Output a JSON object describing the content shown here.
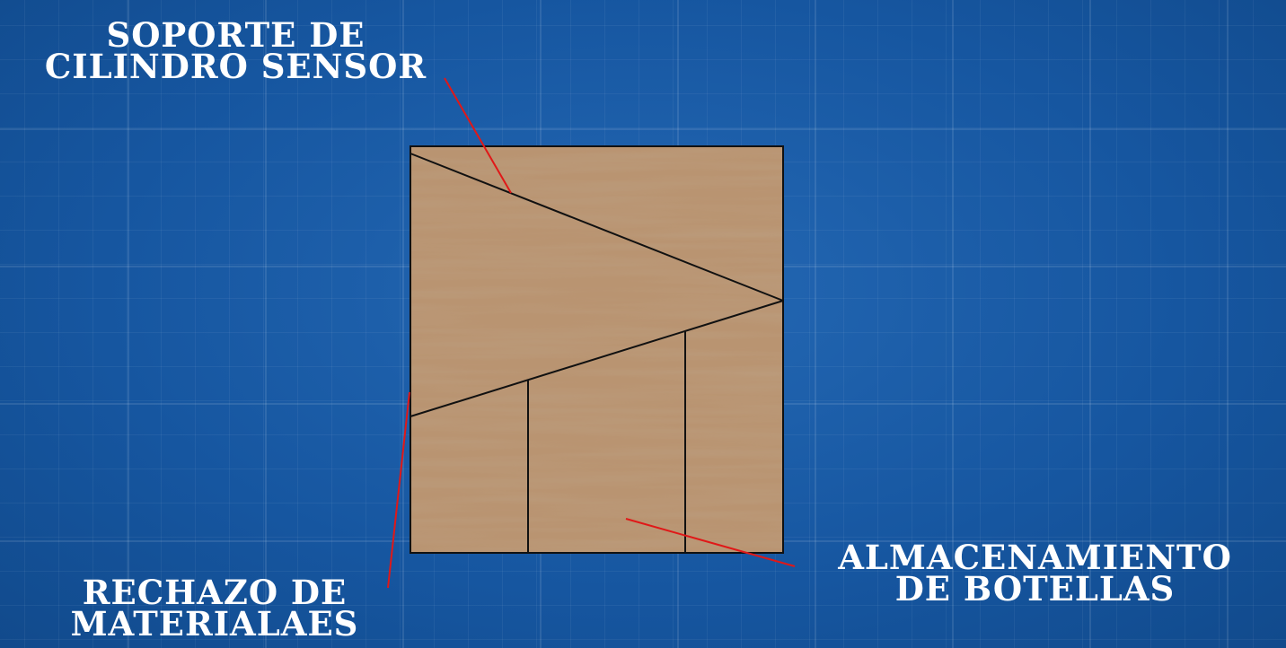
{
  "labels": {
    "soporte": {
      "line1": "Soporte de",
      "line2": "cilindro sensor"
    },
    "rechazo": {
      "line1": "Rechazo de",
      "line2": "materialaes"
    },
    "almacenamiento": {
      "line1": "Almacenamiento",
      "line2": "de botellas"
    }
  },
  "colors": {
    "background": "#1a5aa6",
    "wood": "#b99471",
    "outline": "#111111",
    "leader": "#e01818",
    "label_text": "#ffffff"
  }
}
